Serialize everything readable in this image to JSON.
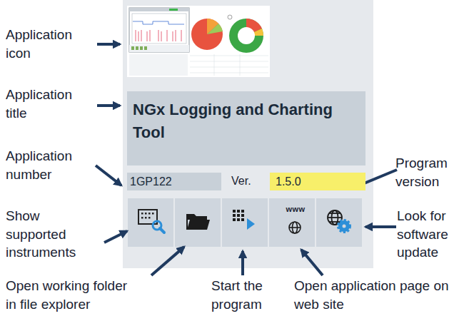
{
  "diagram": {
    "nodes": [
      {
        "text": [
          "NGx Logging and Charting Tool"
        ]
      },
      {
        "text": [
          "1GP122"
        ]
      },
      {
        "text": [
          "1.5.0"
        ]
      }
    ],
    "labels": [
      "Application icon",
      "Application title",
      "Application number",
      "Program version",
      "Show supported instruments",
      "Open working folder in file explorer",
      "Start the program",
      "Open application page on web site",
      "Look for software update",
      "Ver.",
      "www"
    ]
  }
}
